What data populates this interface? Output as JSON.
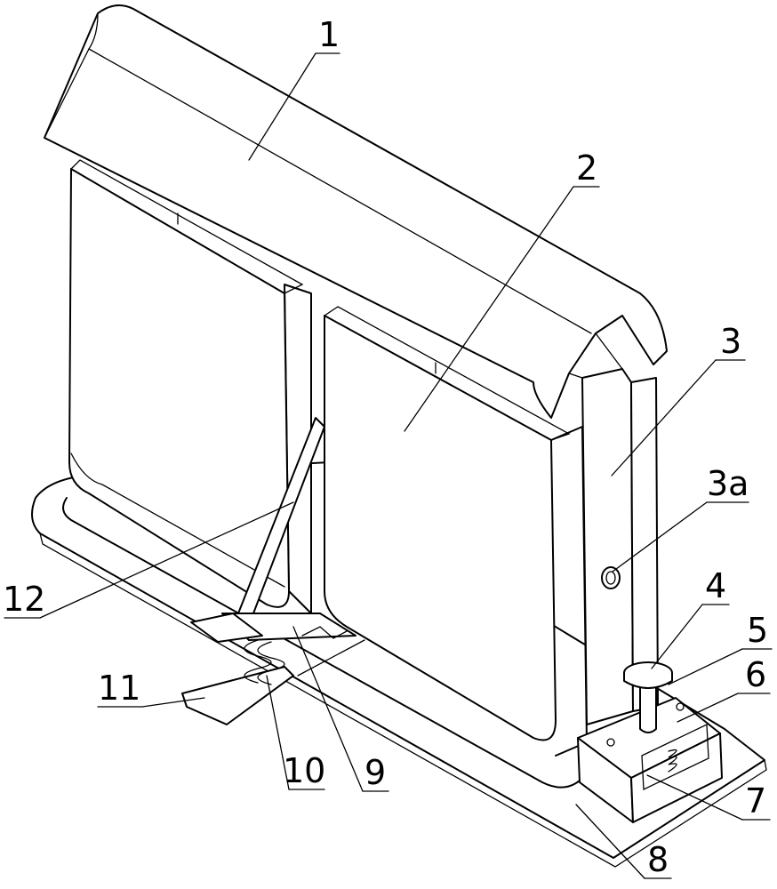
{
  "labels": {
    "l1": "1",
    "l2": "2",
    "l3": "3",
    "l3a": "3a",
    "l4": "4",
    "l5": "5",
    "l6": "6",
    "l7": "7",
    "l8": "8",
    "l9": "9",
    "l10": "10",
    "l11": "11",
    "l12": "12"
  }
}
